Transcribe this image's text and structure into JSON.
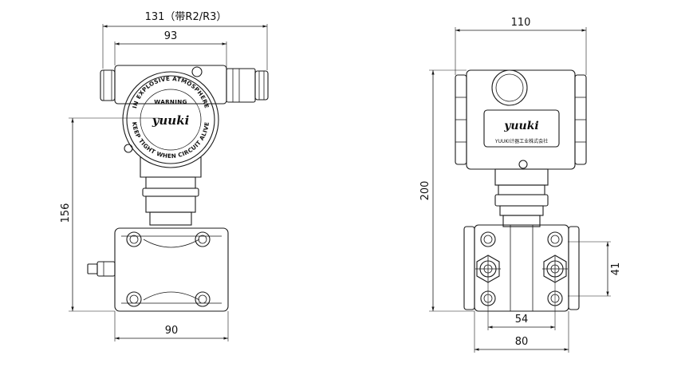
{
  "dimensions": {
    "overall_width_with_plugs": "131（带R2/R3）",
    "housing_width": "93",
    "left_height": "156",
    "flange_width_side": "90",
    "housing_width_front": "110",
    "overall_height": "200",
    "connection_vertical_spacing": "41",
    "connection_horizontal_spacing": "54",
    "flange_width_front": "80"
  },
  "labels": {
    "brand": "yuuki",
    "brand_front": "yuuki",
    "ring_top": "IN EXPLOSIVE ATMOSPHERE",
    "ring_mid": "WARNING",
    "ring_bottom": "KEEP TIGHT WHEN CIRCUIT ALIVE",
    "nameplate_sub": "YUUKI计器工业株式会社"
  }
}
